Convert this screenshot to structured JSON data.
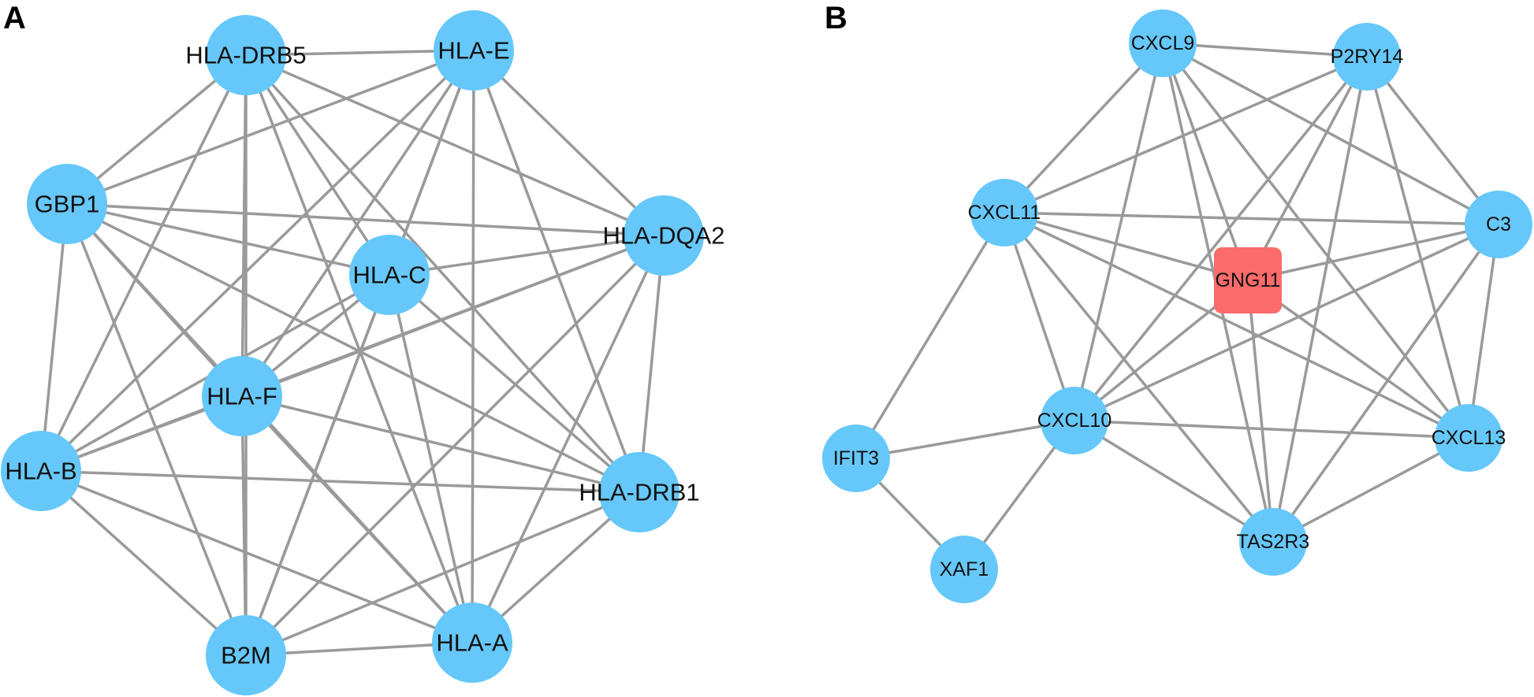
{
  "colors": {
    "node": "#66c8fa",
    "highlight_node": "#fb6b6b",
    "edge": "#9a9a9a",
    "background": "#ffffff"
  },
  "panels": [
    {
      "id": "A",
      "label": "A",
      "nodes": [
        {
          "id": "HLA-DRB5",
          "label": "HLA-DRB5"
        },
        {
          "id": "HLA-E",
          "label": "HLA-E"
        },
        {
          "id": "GBP1",
          "label": "GBP1"
        },
        {
          "id": "HLA-DQA2",
          "label": "HLA-DQA2"
        },
        {
          "id": "HLA-C",
          "label": "HLA-C"
        },
        {
          "id": "HLA-F",
          "label": "HLA-F"
        },
        {
          "id": "HLA-B",
          "label": "HLA-B"
        },
        {
          "id": "HLA-DRB1",
          "label": "HLA-DRB1"
        },
        {
          "id": "B2M",
          "label": "B2M"
        },
        {
          "id": "HLA-A",
          "label": "HLA-A"
        }
      ],
      "edges": [
        [
          "HLA-DRB5",
          "HLA-E"
        ],
        [
          "HLA-DRB5",
          "GBP1"
        ],
        [
          "HLA-DRB5",
          "HLA-B"
        ],
        [
          "HLA-DRB5",
          "HLA-F"
        ],
        [
          "HLA-DRB5",
          "HLA-C"
        ],
        [
          "HLA-DRB5",
          "HLA-DQA2"
        ],
        [
          "HLA-DRB5",
          "HLA-DRB1"
        ],
        [
          "HLA-DRB5",
          "HLA-A"
        ],
        [
          "HLA-DRB5",
          "B2M"
        ],
        [
          "HLA-E",
          "GBP1"
        ],
        [
          "HLA-E",
          "HLA-C"
        ],
        [
          "HLA-E",
          "HLA-F"
        ],
        [
          "HLA-E",
          "HLA-B"
        ],
        [
          "HLA-E",
          "HLA-DQA2"
        ],
        [
          "HLA-E",
          "HLA-DRB1"
        ],
        [
          "HLA-E",
          "HLA-A"
        ],
        [
          "HLA-E",
          "B2M"
        ],
        [
          "GBP1",
          "HLA-DQA2"
        ],
        [
          "GBP1",
          "HLA-C"
        ],
        [
          "GBP1",
          "HLA-F"
        ],
        [
          "GBP1",
          "HLA-B"
        ],
        [
          "GBP1",
          "HLA-DRB1"
        ],
        [
          "GBP1",
          "HLA-A"
        ],
        [
          "GBP1",
          "B2M"
        ],
        [
          "HLA-DQA2",
          "HLA-C"
        ],
        [
          "HLA-DQA2",
          "HLA-F"
        ],
        [
          "HLA-DQA2",
          "HLA-B"
        ],
        [
          "HLA-DQA2",
          "HLA-DRB1"
        ],
        [
          "HLA-DQA2",
          "HLA-A"
        ],
        [
          "HLA-DQA2",
          "B2M"
        ],
        [
          "HLA-C",
          "HLA-F"
        ],
        [
          "HLA-C",
          "HLA-B"
        ],
        [
          "HLA-C",
          "HLA-DRB1"
        ],
        [
          "HLA-C",
          "HLA-A"
        ],
        [
          "HLA-C",
          "B2M"
        ],
        [
          "HLA-F",
          "HLA-B"
        ],
        [
          "HLA-F",
          "HLA-DRB1"
        ],
        [
          "HLA-F",
          "HLA-A"
        ],
        [
          "HLA-F",
          "B2M"
        ],
        [
          "HLA-B",
          "HLA-DRB1"
        ],
        [
          "HLA-B",
          "HLA-A"
        ],
        [
          "HLA-B",
          "B2M"
        ],
        [
          "HLA-DRB1",
          "HLA-A"
        ],
        [
          "HLA-DRB1",
          "B2M"
        ],
        [
          "B2M",
          "HLA-A"
        ]
      ]
    },
    {
      "id": "B",
      "label": "B",
      "nodes": [
        {
          "id": "CXCL9",
          "label": "CXCL9"
        },
        {
          "id": "P2RY14",
          "label": "P2RY14"
        },
        {
          "id": "CXCL11",
          "label": "CXCL11"
        },
        {
          "id": "C3",
          "label": "C3"
        },
        {
          "id": "GNG11",
          "label": "GNG11",
          "highlight": true
        },
        {
          "id": "CXCL10",
          "label": "CXCL10"
        },
        {
          "id": "IFIT3",
          "label": "IFIT3"
        },
        {
          "id": "CXCL13",
          "label": "CXCL13"
        },
        {
          "id": "TAS2R3",
          "label": "TAS2R3"
        },
        {
          "id": "XAF1",
          "label": "XAF1"
        }
      ],
      "edges": [
        [
          "CXCL9",
          "P2RY14"
        ],
        [
          "CXCL9",
          "CXCL11"
        ],
        [
          "CXCL9",
          "CXCL10"
        ],
        [
          "CXCL9",
          "GNG11"
        ],
        [
          "CXCL9",
          "TAS2R3"
        ],
        [
          "CXCL9",
          "CXCL13"
        ],
        [
          "CXCL9",
          "C3"
        ],
        [
          "P2RY14",
          "CXCL11"
        ],
        [
          "P2RY14",
          "C3"
        ],
        [
          "P2RY14",
          "GNG11"
        ],
        [
          "P2RY14",
          "CXCL10"
        ],
        [
          "P2RY14",
          "TAS2R3"
        ],
        [
          "P2RY14",
          "CXCL13"
        ],
        [
          "CXCL11",
          "C3"
        ],
        [
          "CXCL11",
          "GNG11"
        ],
        [
          "CXCL11",
          "CXCL10"
        ],
        [
          "CXCL11",
          "TAS2R3"
        ],
        [
          "CXCL11",
          "CXCL13"
        ],
        [
          "CXCL11",
          "IFIT3"
        ],
        [
          "C3",
          "GNG11"
        ],
        [
          "C3",
          "CXCL10"
        ],
        [
          "C3",
          "TAS2R3"
        ],
        [
          "C3",
          "CXCL13"
        ],
        [
          "GNG11",
          "CXCL10"
        ],
        [
          "GNG11",
          "TAS2R3"
        ],
        [
          "GNG11",
          "CXCL13"
        ],
        [
          "CXCL10",
          "CXCL13"
        ],
        [
          "CXCL10",
          "TAS2R3"
        ],
        [
          "CXCL10",
          "IFIT3"
        ],
        [
          "CXCL10",
          "XAF1"
        ],
        [
          "CXCL13",
          "TAS2R3"
        ],
        [
          "IFIT3",
          "XAF1"
        ]
      ]
    }
  ]
}
